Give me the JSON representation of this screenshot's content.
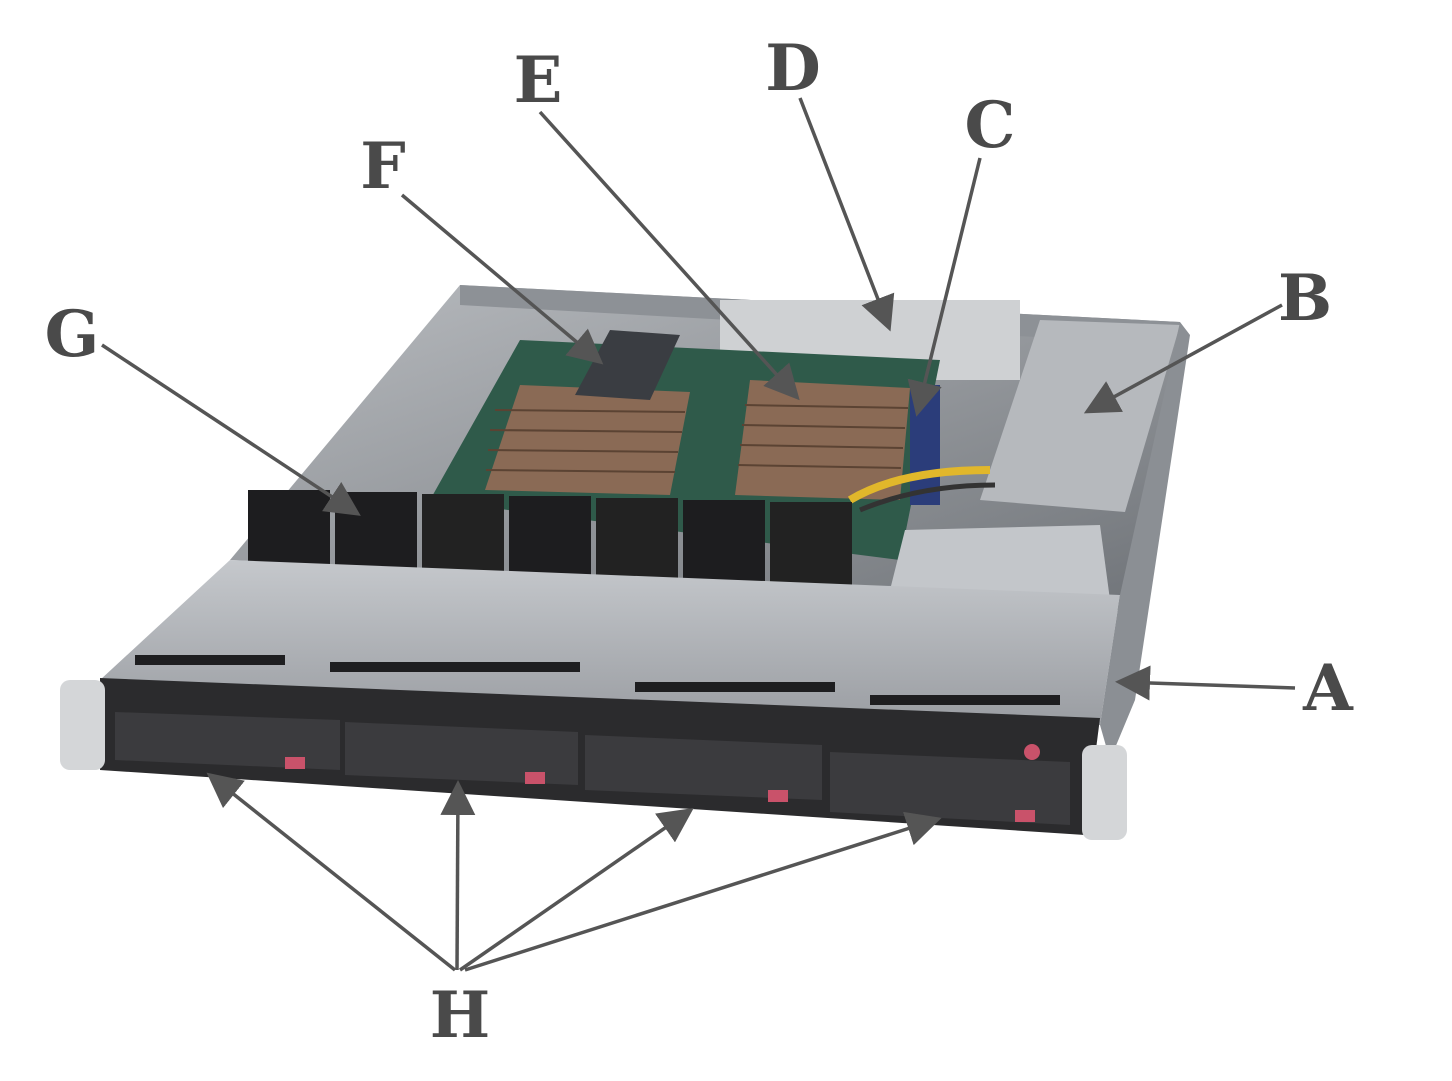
{
  "diagram": {
    "labels": {
      "a": "A",
      "b": "B",
      "c": "C",
      "d": "D",
      "e": "E",
      "f": "F",
      "g": "G",
      "h": "H"
    },
    "colors": {
      "label": "#4a4a4a",
      "arrow": "#555555",
      "chassis": "#a9acb0",
      "bezel": "#2b2b2d",
      "handle": "#c9526a"
    }
  }
}
